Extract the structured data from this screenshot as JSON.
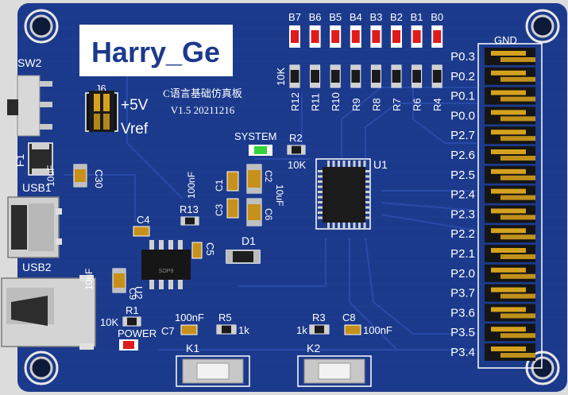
{
  "board": {
    "title": "Harry_Ge",
    "subtitle_line1": "C语言基础仿真板",
    "subtitle_line2": "V1.5 20211216",
    "colors": {
      "pcb": "#1c3a8c",
      "pcb_dark": "#14296a",
      "silk": "#ffffff",
      "led_red": "#e01b1b",
      "led_green": "#35d43a",
      "gold": "#d6a21e",
      "header_black": "#151515"
    }
  },
  "labels": {
    "sw2": "SW2",
    "j6": "J6",
    "plus5v": "+5V",
    "vref": "Vref",
    "f1": "F1",
    "usb1": "USB1",
    "usb2": "USB2",
    "c30": "C30",
    "c30_val": "10uF",
    "c4": "C4",
    "u2": "U2",
    "sop8": "SOP8",
    "c9_val": "10uF",
    "c9": "C9",
    "r13": "R13",
    "c5": "C5",
    "d1": "D1",
    "system": "SYSTEM",
    "r2": "R2",
    "r2_val": "10K",
    "c1": "C1",
    "c1_val": "100nF",
    "c3": "C3",
    "c2": "C2",
    "c2_val": "10uF",
    "c6": "C6",
    "u1": "U1",
    "r1": "R1",
    "r1_val": "10K",
    "power": "POWER",
    "c7": "C7",
    "c7_val": "100nF",
    "r5": "R5",
    "r5_val": "1k",
    "r3": "R3",
    "r3_val": "1k",
    "c8": "C8",
    "c8_val": "100nF",
    "k1": "K1",
    "k2": "K2",
    "gnd": "GND",
    "res_val": "10K"
  },
  "led_bits": [
    "B7",
    "B6",
    "B5",
    "B4",
    "B3",
    "B2",
    "B1",
    "B0"
  ],
  "resistors": [
    "R12",
    "R11",
    "R10",
    "R9",
    "R8",
    "R7",
    "R6",
    "R4"
  ],
  "pins": [
    "P0.3",
    "P0.2",
    "P0.1",
    "P0.0",
    "P2.7",
    "P2.6",
    "P2.5",
    "P2.4",
    "P2.3",
    "P2.2",
    "P2.1",
    "P2.0",
    "P3.7",
    "P3.6",
    "P3.5",
    "P3.4"
  ]
}
